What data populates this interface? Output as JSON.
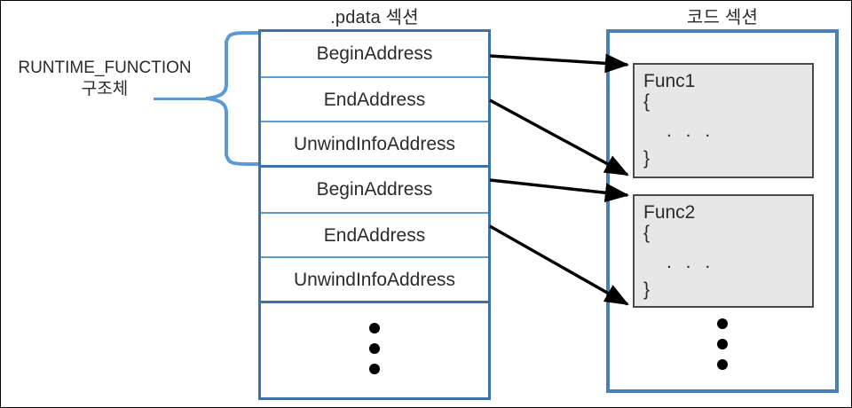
{
  "diagram": {
    "pdata_section": {
      "title": ".pdata 섹션",
      "groups": [
        {
          "fields": [
            "BeginAddress",
            "EndAddress",
            "UnwindInfoAddress"
          ]
        },
        {
          "fields": [
            "BeginAddress",
            "EndAddress",
            "UnwindInfoAddress"
          ]
        }
      ],
      "continuation": "⋮"
    },
    "code_section": {
      "title": "코드 섹션",
      "functions": [
        {
          "name": "Func1",
          "open_brace": "{",
          "body": ". . .",
          "close_brace": "}"
        },
        {
          "name": "Func2",
          "open_brace": "{",
          "body": ". . .",
          "close_brace": "}"
        }
      ],
      "continuation": "⋮"
    },
    "annotation": {
      "line1": "RUNTIME_FUNCTION",
      "line2": "구조체"
    },
    "colors": {
      "outer_border": "#3b73a8",
      "inner_divider": "#5b9bd5",
      "code_border": "#4a7fb5",
      "brace": "#5b9bd5",
      "func_fill": "#e7e7e7",
      "func_border": "#4a4a4a",
      "arrow": "#000000",
      "text": "#2b2b2b"
    },
    "arrows": [
      {
        "from": "group1.BeginAddress",
        "to": "Func1.start"
      },
      {
        "from": "group1.EndAddress",
        "to": "Func1.end"
      },
      {
        "from": "group2.BeginAddress",
        "to": "Func2.start"
      },
      {
        "from": "group2.EndAddress",
        "to": "Func2.end"
      }
    ]
  }
}
